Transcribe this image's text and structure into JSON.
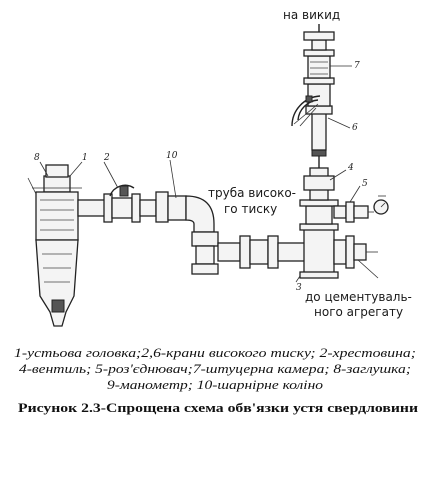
{
  "labels": {
    "outlet": "на викид",
    "high_pressure_1": "труба високо-",
    "high_pressure_2": "го тиску",
    "cement_1": "до цементуваль-",
    "cement_2": "ного агрегату"
  },
  "numbers": {
    "n1": "1",
    "n2": "2",
    "n3": "3",
    "n4": "4",
    "n5": "5",
    "n6": "6",
    "n7": "7",
    "n8": "8",
    "n10": "10"
  },
  "caption_lines": [
    "1-устьова головка;2,6-крани високого тиску; 2-хрестовина;",
    "4-вентиль; 5-роз'єднювач;7-штуцерна камера; 8-заглушка;",
    "9-манометр; 10-шарнірне коліно"
  ],
  "figure_title": "Рисунок 2.3-Спрощена схема обв'язки устя свердловини"
}
